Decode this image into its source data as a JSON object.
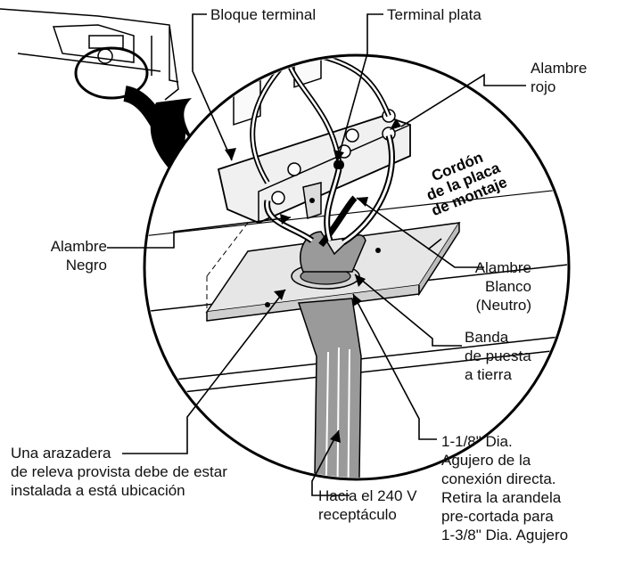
{
  "labels": {
    "bloque_terminal": "Bloque terminal",
    "terminal_plata": "Terminal plata",
    "alambre_rojo": [
      "Alambre",
      "rojo"
    ],
    "cordon": [
      "Cordón",
      "de la placa",
      "de montaje"
    ],
    "alambre_negro": [
      "Alambre",
      "Negro"
    ],
    "alambre_blanco": [
      "Alambre",
      "Blanco",
      "(Neutro)"
    ],
    "banda": [
      "Banda",
      "de puesta",
      "a tierra"
    ],
    "arazadera": [
      "Una arazadera",
      "de releva provista debe de estar",
      "instalada a está ubicación"
    ],
    "agujero": [
      "1-1/8\" Dia.",
      "Agujero de la",
      "conexión directa.",
      "Retira la arandela",
      "pre-cortada para",
      "1-3/8\" Dia. Agujero"
    ],
    "hacia": [
      "Hacia el 240 V",
      "receptáculo"
    ]
  }
}
